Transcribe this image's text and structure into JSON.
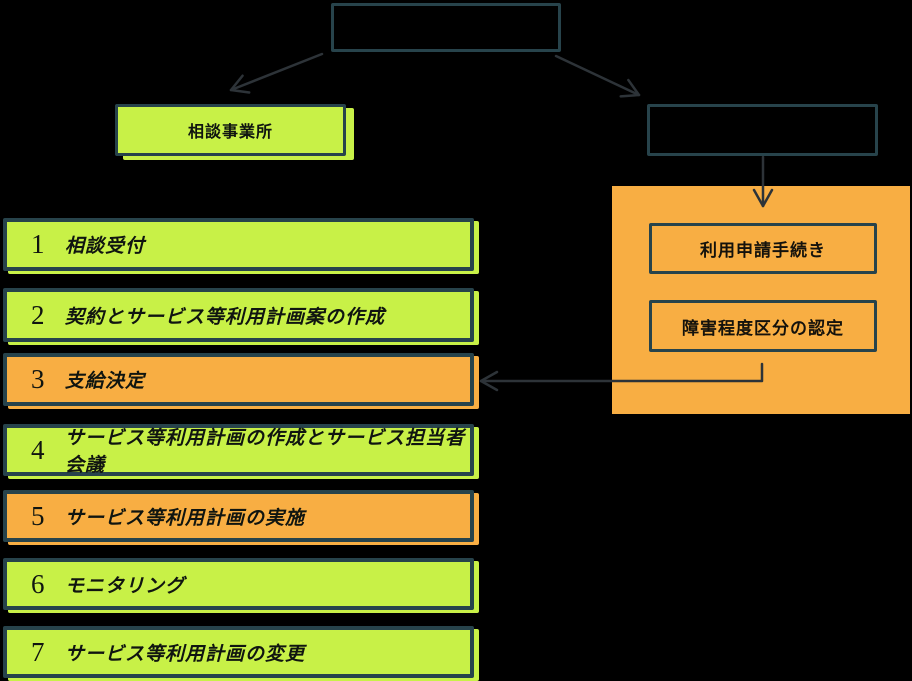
{
  "colors": {
    "background": "#000000",
    "green": "#c8f147",
    "orange": "#f8ae43",
    "border": "#27434b",
    "arrow": "#2d3338"
  },
  "top_box": {
    "label": ""
  },
  "branches": {
    "left_label": "相談事業所",
    "right_label": ""
  },
  "application_panel": {
    "items": [
      "利用申請手続き",
      "障害程度区分の認定"
    ]
  },
  "steps": [
    {
      "num": "1",
      "label": "相談受付",
      "variant": "green"
    },
    {
      "num": "2",
      "label": "契約とサービス等利用計画案の作成",
      "variant": "green"
    },
    {
      "num": "3",
      "label": "支給決定",
      "variant": "orange"
    },
    {
      "num": "4",
      "label": "サービス等利用計画の作成とサービス担当者会議",
      "variant": "green"
    },
    {
      "num": "5",
      "label": "サービス等利用計画の実施",
      "variant": "orange"
    },
    {
      "num": "6",
      "label": "モニタリング",
      "variant": "green"
    },
    {
      "num": "7",
      "label": "サービス等利用計画の変更",
      "variant": "green"
    }
  ]
}
